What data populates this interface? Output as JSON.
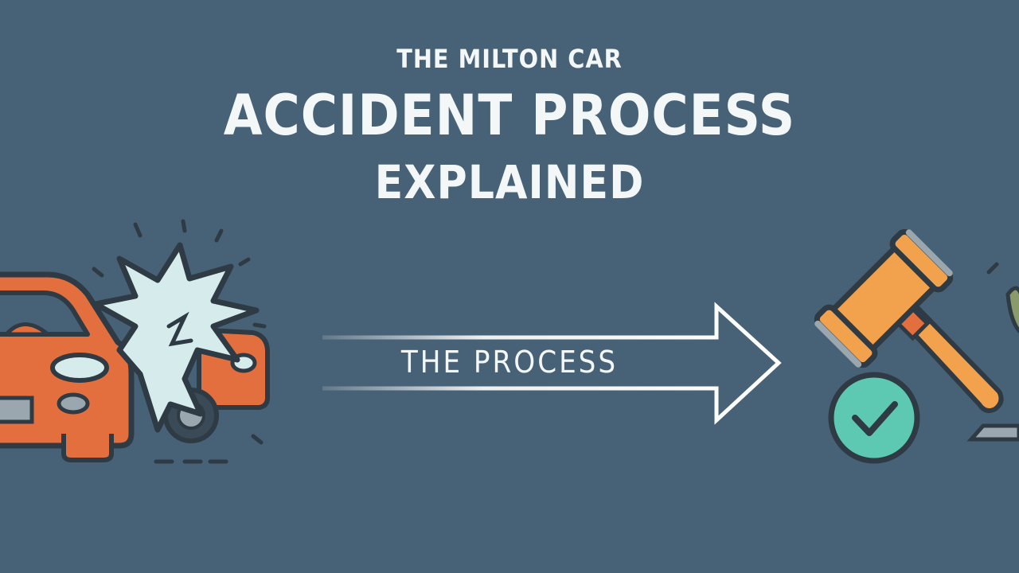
{
  "title": {
    "line1": "THE MILTON CAR",
    "line2": "ACCIDENT PROCESS",
    "line3": "EXPLAINED"
  },
  "arrow": {
    "label": "THE PROCESS"
  },
  "icons": {
    "left": "car-crash-icon",
    "right": "gavel-icon",
    "check": "check-badge-icon"
  },
  "colors": {
    "background": "#476276",
    "car_orange": "#e36f3e",
    "burst_fill": "#d6ecec",
    "gavel_orange": "#f2a24c",
    "check_green": "#5ec9b2",
    "outline": "#2e3a44",
    "text": "#f4f7f8"
  }
}
